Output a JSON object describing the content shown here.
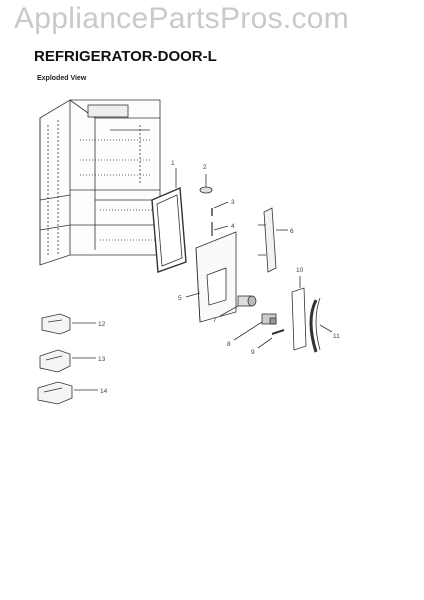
{
  "watermark": "AppliancePartsPros.com",
  "title": "REFRIGERATOR-DOOR-L",
  "subtitle": "Exploded View",
  "callouts": [
    "1",
    "2",
    "3",
    "4",
    "5",
    "6",
    "7",
    "8",
    "9",
    "10",
    "11",
    "12",
    "13",
    "14"
  ]
}
